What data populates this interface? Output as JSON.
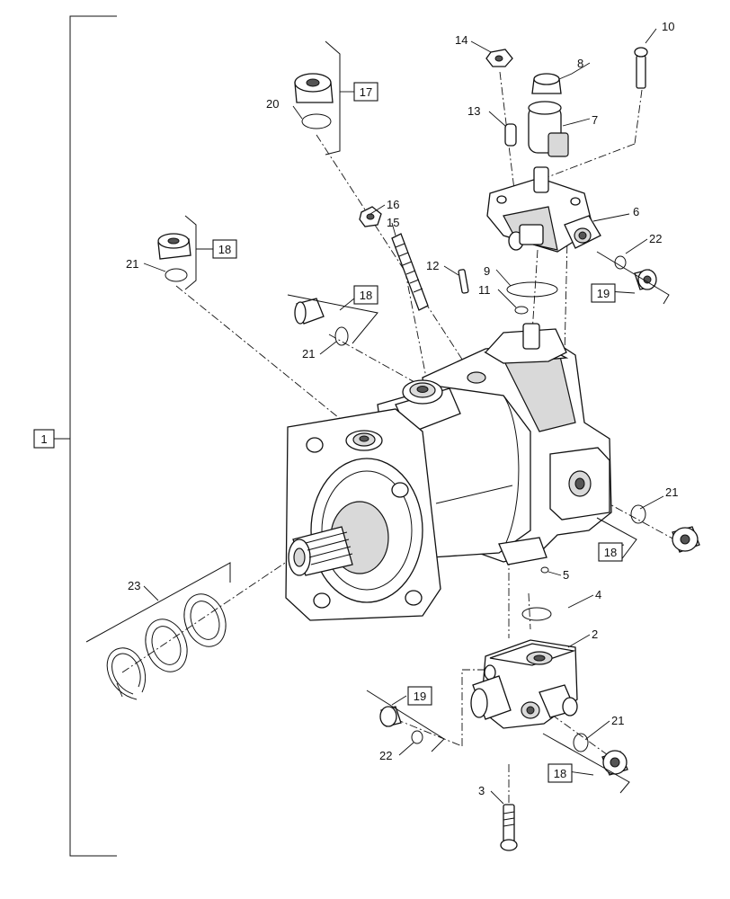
{
  "callouts": {
    "c1": "1",
    "c2": "2",
    "c3": "3",
    "c4": "4",
    "c5": "5",
    "c6": "6",
    "c7": "7",
    "c8": "8",
    "c9": "9",
    "c10": "10",
    "c11": "11",
    "c12": "12",
    "c13": "13",
    "c14": "14",
    "c15": "15",
    "c16": "16",
    "c17": "17",
    "c18": "18",
    "c19": "19",
    "c20": "20",
    "c21": "21",
    "c22": "22",
    "c23": "23"
  },
  "colors": {
    "line": "#111111",
    "shade": "#d9d9d9",
    "background": "#ffffff"
  }
}
